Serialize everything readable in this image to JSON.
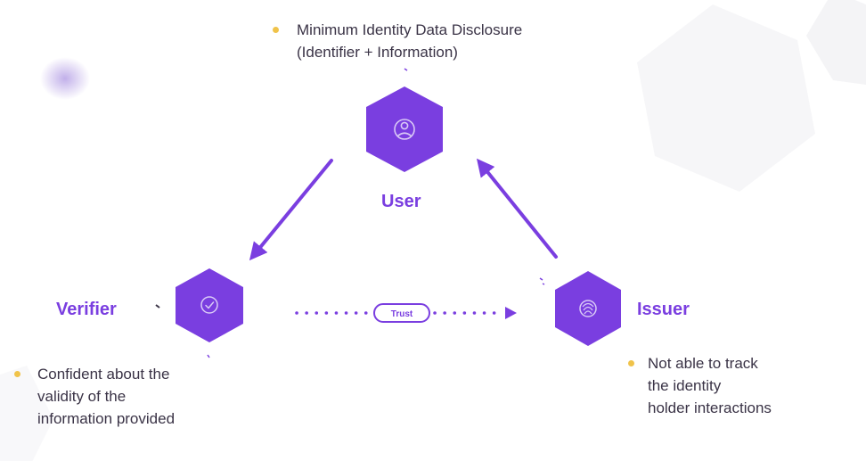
{
  "colors": {
    "accent": "#7a3ee0",
    "bullet": "#f0c34a",
    "text": "#3a3346",
    "background_shape": "#f6f6f8"
  },
  "nodes": {
    "user": {
      "label": "User",
      "icon": "user-icon",
      "bullet_lines": [
        "Minimum Identity Data Disclosure",
        "(Identifier + Information)"
      ]
    },
    "verifier": {
      "label": "Verifier",
      "icon": "check-circle-icon",
      "bullet_lines": [
        "Confident about the",
        "validity of the",
        "information provided"
      ]
    },
    "issuer": {
      "label": "Issuer",
      "icon": "fingerprint-icon",
      "bullet_lines": [
        "Not able to track",
        "the identity",
        "holder interactions"
      ]
    }
  },
  "edges": {
    "trust_label": "Trust"
  }
}
